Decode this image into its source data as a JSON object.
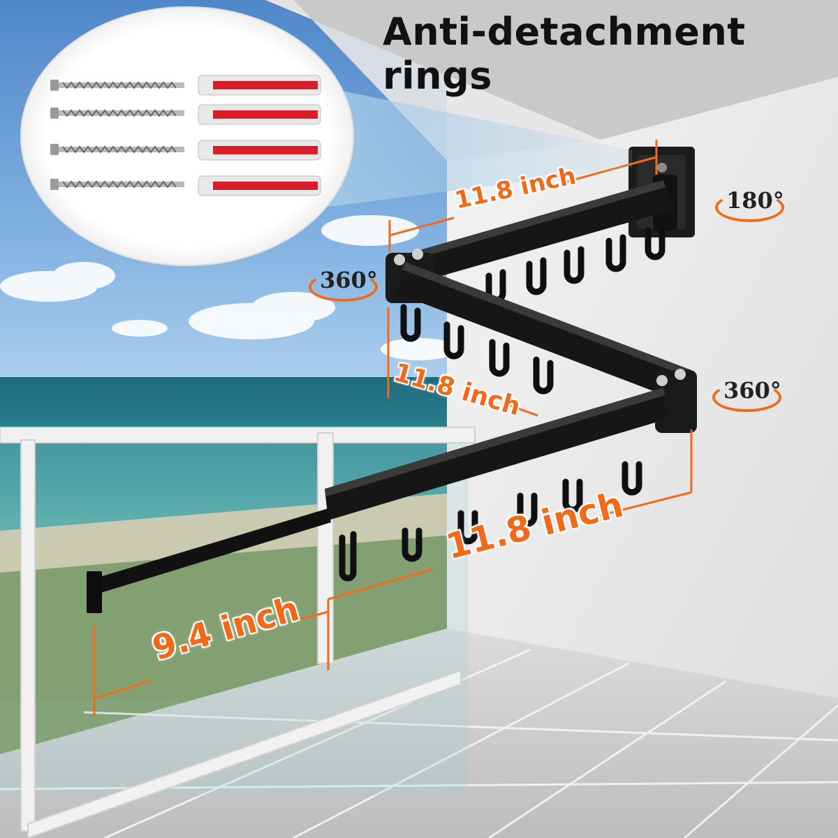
{
  "heading": "Anti-detachment rings",
  "dimensions": {
    "top_arm": "11.8 inch",
    "middle_arm": "11.8 inch",
    "bottom_arm": "11.8 inch",
    "extension_bar": "9.4 inch"
  },
  "rotations": {
    "wall_mount": "180°",
    "joint_upper": "360°",
    "joint_lower": "360°"
  },
  "accessories": {
    "screws": 4,
    "wall_anchors": 4
  },
  "colors": {
    "accent": "#f06a1a",
    "rack": "#141414",
    "anchor_red": "#d81e28"
  }
}
